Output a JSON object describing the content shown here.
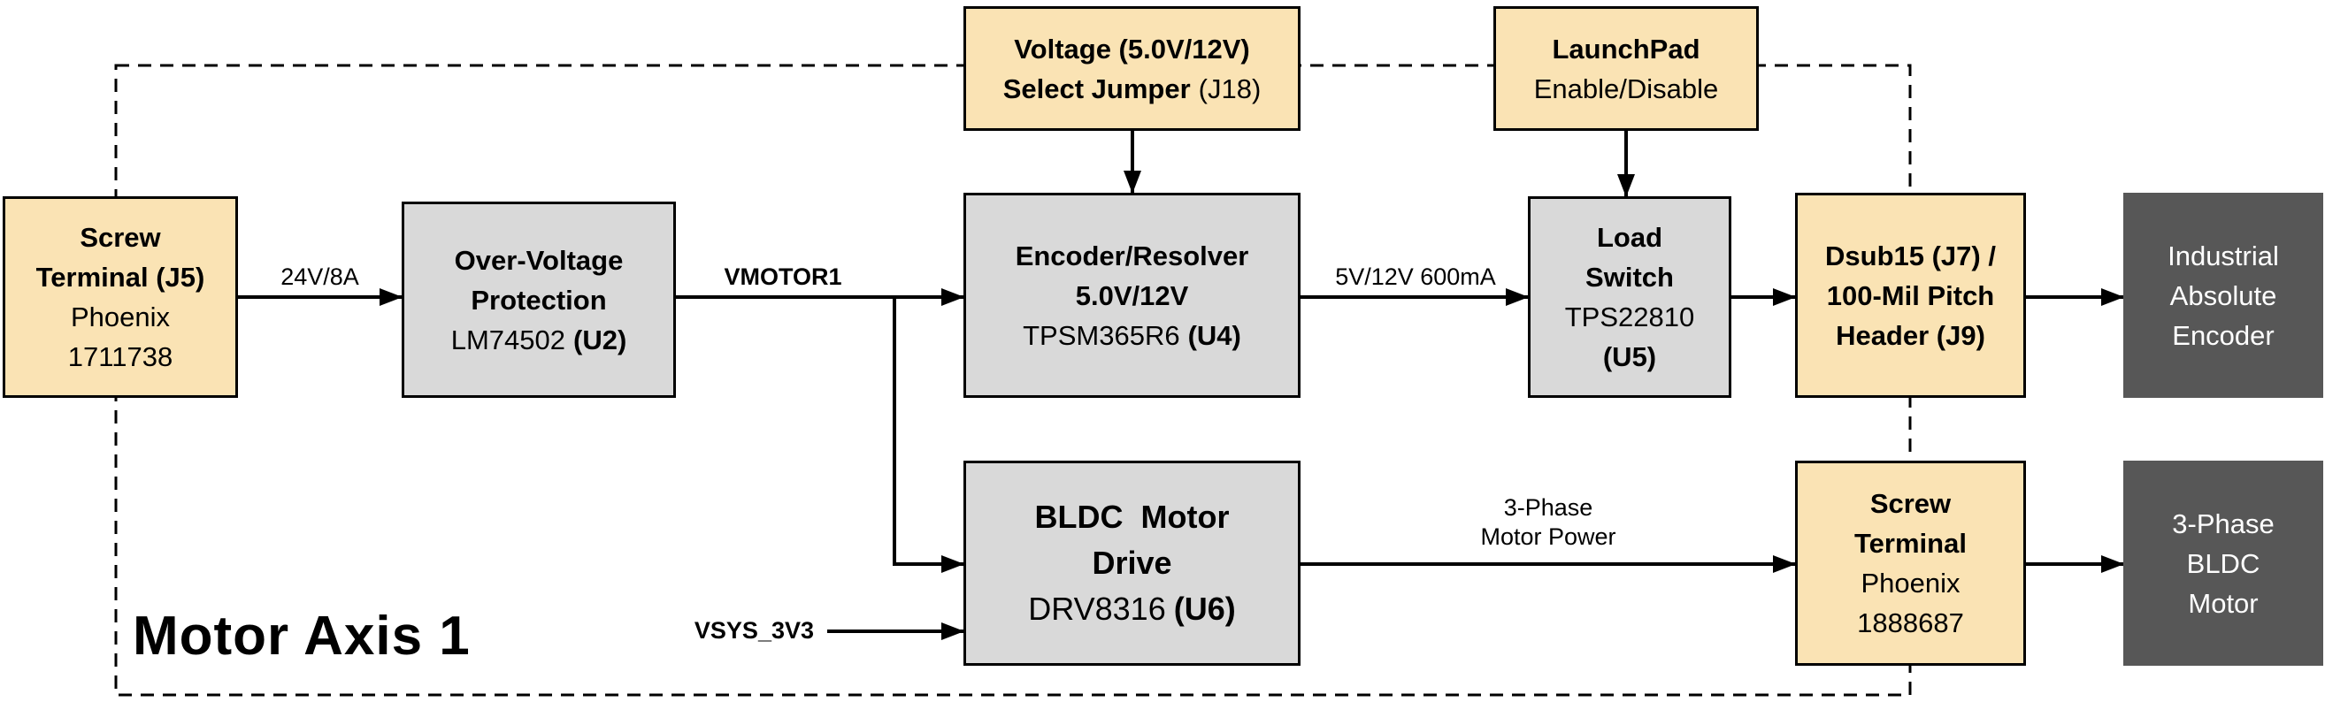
{
  "title": "Motor Axis 1",
  "colors": {
    "connector": "#fae3b4",
    "ic": "#d9d9d9",
    "external": "#575757",
    "line": "#000000"
  },
  "boxes": {
    "voltage_select_jumper": {
      "l1": "Voltage (5.0V/12V)",
      "l2_bold": "Select Jumper",
      "l2_reg": "(J18)"
    },
    "launchpad": {
      "l1": "LaunchPad",
      "l2": "Enable/Disable"
    },
    "screw_terminal_j5": {
      "l1": "Screw",
      "l2": "Terminal (J5)",
      "l3": "Phoenix",
      "l4": "1711738"
    },
    "over_voltage_protection": {
      "l1": "Over-Voltage",
      "l2": "Protection",
      "part": "LM74502",
      "ref": "(U2)"
    },
    "encoder_resolver": {
      "l1": "Encoder/Resolver",
      "l2": "5.0V/12V",
      "part": "TPSM365R6",
      "ref": "(U4)"
    },
    "load_switch": {
      "l1": "Load",
      "l2": "Switch",
      "l3": "TPS22810",
      "l4": "(U5)"
    },
    "dsub15_header": {
      "l1": "Dsub15 (J7) /",
      "l2": "100-Mil Pitch",
      "l3": "Header (J9)"
    },
    "industrial_encoder": {
      "l1": "Industrial",
      "l2": "Absolute",
      "l3": "Encoder"
    },
    "bldc_motor_drive": {
      "l1": "BLDC  Motor",
      "l2": "Drive",
      "part": "DRV8316",
      "ref": "(U6)"
    },
    "screw_terminal_motor": {
      "l1": "Screw",
      "l2": "Terminal",
      "l3": "Phoenix",
      "l4": "1888687"
    },
    "bldc_motor": {
      "l1": "3-Phase",
      "l2": "BLDC",
      "l3": "Motor"
    }
  },
  "wire_labels": {
    "input_power": "24V/8A",
    "vmotor1": "VMOTOR1",
    "encoder_power": "5V/12V 600mA",
    "motor_power_l1": "3-Phase",
    "motor_power_l2": "Motor Power",
    "vsys": "VSYS_3V3"
  }
}
